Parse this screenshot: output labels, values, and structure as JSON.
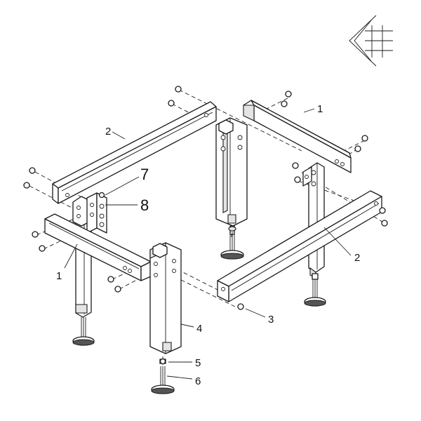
{
  "labels": {
    "top_right_1": "1",
    "top_left_2": "2",
    "label_7": "7",
    "label_8": "8",
    "left_1": "1",
    "right_2": "2",
    "label_3": "3",
    "label_4": "4",
    "label_5": "5",
    "label_6": "6"
  },
  "icons": {
    "logo": "grid-chevron-logo-icon"
  },
  "colors": {
    "line": "#1a1a1a",
    "background": "#ffffff"
  }
}
